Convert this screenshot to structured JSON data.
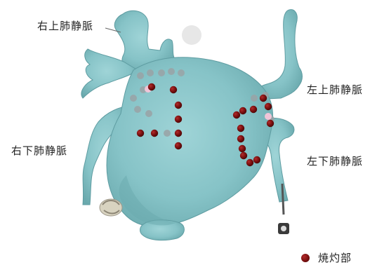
{
  "labels": {
    "right_superior_pv": "右上肺静脈",
    "left_superior_pv": "左上肺静脈",
    "right_inferior_pv": "右下肺静脈",
    "left_inferior_pv": "左下肺静脈"
  },
  "legend": {
    "ablation_site": "焼灼部"
  },
  "colors": {
    "atrium": "#84c2c6",
    "atrium_shadow": "#5f9ea3",
    "ablation": "#7a1010",
    "ghost": "#9aa3a6"
  }
}
